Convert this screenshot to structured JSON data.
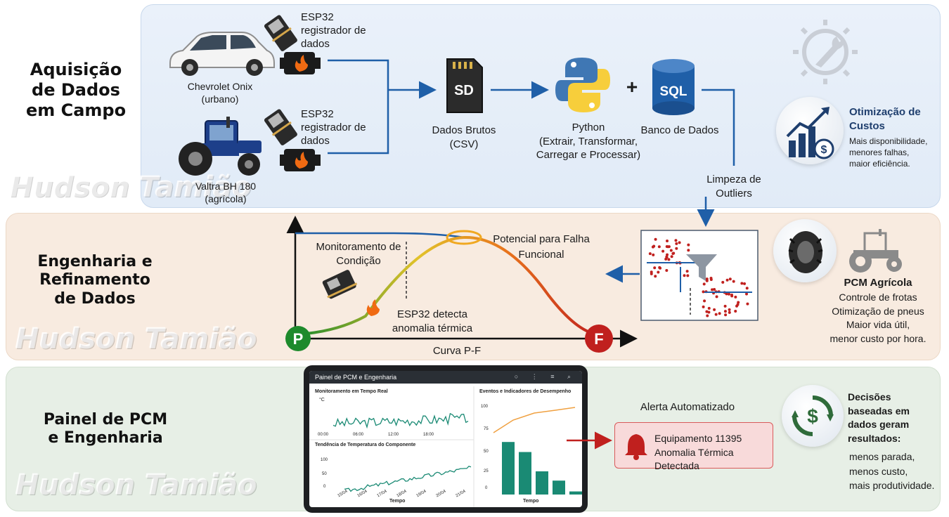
{
  "watermark": "Hudson Tamião",
  "sections": {
    "acquisition": "Aquisição de Dados em Campo",
    "engineering": "Engenharia e Refinamento de Dados",
    "dashboard": "Painel de PCM e Engenharia"
  },
  "acquisition": {
    "logger_label": "ESP32 registrador de dados",
    "vehicle1": "Chevrolet Onix",
    "vehicle1_sub": "(urbano)",
    "vehicle2": "Valtra BH 180",
    "vehicle2_sub": "(agrícola)",
    "sd_icon_text": "SD",
    "raw_data": "Dados Brutos",
    "raw_data_sub": "(CSV)",
    "python": "Python",
    "python_sub": "(Extrair, Transformar, Carregar e Processar)",
    "plus": "+",
    "sql_icon_text": "SQL",
    "database": "Banco de Dados",
    "outliers": "Limpeza de Outliers"
  },
  "cost": {
    "title": "Otimização de Custos",
    "desc_line1": "Mais disponibilidade,",
    "desc_line2": "menores falhas,",
    "desc_line3": "maior eficiência."
  },
  "pf_curve": {
    "monitoring": "Monitoramento de Condição",
    "potential": "Potencial para Falha Funcional",
    "esp_detect": "ESP32 detecta anomalia térmica",
    "p_label": "P",
    "f_label": "F",
    "curve_label": "Curva P-F"
  },
  "pcm_agro": {
    "title": "PCM Agrícola",
    "line1": "Controle de frotas",
    "line2": "Otimização de pneus",
    "line3": "Maior vida útil,",
    "line4": "menor custo por hora."
  },
  "dashboard": {
    "window_title": "Painel de PCM e Engenharia",
    "panel1_title": "Monitoramento em Tempo Real",
    "panel1_unit": "°C",
    "panel1_ticks": [
      "00:00",
      "06:00",
      "12:00",
      "18:00"
    ],
    "panel2_title": "Tendência de Temperatura do Componente",
    "panel2_yticks": [
      "100",
      "50",
      "0"
    ],
    "panel2_xticks": [
      "15/04",
      "16/04",
      "17/04",
      "18/04",
      "19/04",
      "20/04",
      "21/04"
    ],
    "panel3_title": "Eventos e Indicadores de Desempenho",
    "panel3_yticks": [
      "100",
      "75",
      "50",
      "25",
      "0"
    ],
    "time_label": "Tempo",
    "bar_values": [
      68,
      55,
      30,
      18,
      4
    ]
  },
  "alert": {
    "heading": "Alerta Automatizado",
    "line1": "Equipamento 11395",
    "line2": "Anomalia Térmica Detectada"
  },
  "results": {
    "title": "Decisões baseadas em dados geram resultados:",
    "line1": "menos parada,",
    "line2": "menos custo,",
    "line3": "mais produtividade."
  },
  "colors": {
    "arrow_blue": "#1f5fa8",
    "p_green": "#1e8a2c",
    "f_red": "#c0201e",
    "alert_red": "#c0201e",
    "dashboard_teal": "#1a8a74"
  }
}
